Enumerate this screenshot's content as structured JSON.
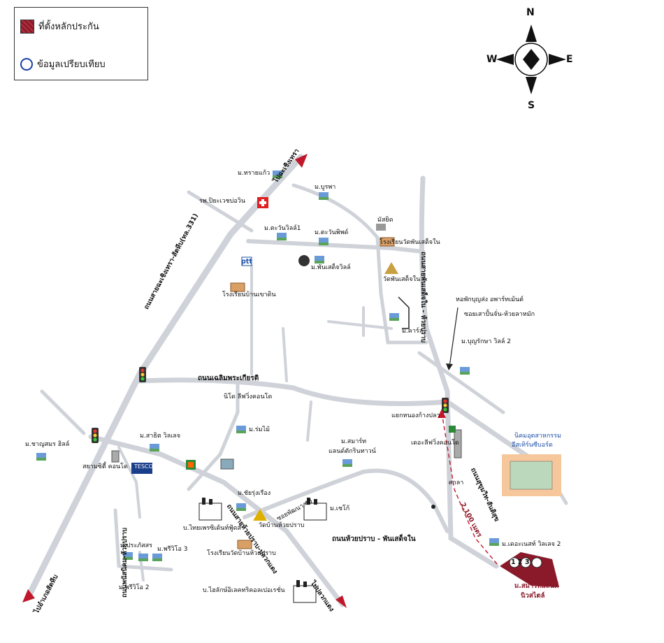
{
  "legend": {
    "collateral_label": "ที่ตั้งหลักประกัน",
    "comparison_label": "ข้อมูลเปรียบเทียบ"
  },
  "compass": {
    "n": "N",
    "s": "S",
    "e": "E",
    "w": "W"
  },
  "roads": {
    "suwinthawong": "ถนนสายฉะเชิงเทรา-สัตหีบ(ทล.331)",
    "to_chachoengsao": "ไปฉะเชิงเทรา",
    "to_ban_bueng": "ไปอำเภอสัตหีบ",
    "chaloem_phrakiat": "ถนนเฉลิมพระเกียรติ",
    "huai_prap": "ถนนห้วยปราบ - พันเสด็จใน",
    "panthong": "ถนนพนัสนิคม-ห้วยปราบ",
    "panthong_side": "ถนนสายห้วยปราบ-ปลวกแดง",
    "to_plaeng": "ไปปลวกแดง",
    "east_road": "ถนนสายพันเสด็จใน - ห้วยปราบ",
    "south_east_road": "ถนนสุขุมวิท-สันติสุข",
    "soi40": "ซอยพัฒนา 40",
    "distance": "2,100 เมตร",
    "junction": "แยกหนองก้างปลา",
    "sala": "ศาลา"
  },
  "places": {
    "m_sailkaew": "ม.ทรายแก้ว",
    "rp_piya": "รพ.ปิยะเวชบ่อวิน",
    "m_burapha": "ม.บูรพา",
    "masjid": "มัสยิด",
    "school_wat_phan": "โรงเรียนวัดพันเสด็จใน",
    "m_tawan1": "ม.ตะวันวิลล์1",
    "m_tawan_park": "ม.ตะวันพิพด์",
    "ptt": "ptt",
    "m_phansadet": "ม.พันเสด็จวิลล์",
    "wat_phansadet": "วัดพันเสด็จใน",
    "school_ban_khao": "โรงเรียนบ้านเขาดิน",
    "dorm": "หอพักบุญส่ง อพาร์ทเม้นต์",
    "soi_sao": "ซอยเสาปั้นจั่น-ห้วยลาหมัก",
    "m_kana": "ม.คาร์ล",
    "m_bunrak": "ม.บุญรักษา วิลล์ 2",
    "nido": "นิโด ลีฟวิ่งคอนโด",
    "m_charoen": "ม.ชาญสมร ฮิลล์",
    "m_sathit": "ม.สาธิต วิลเลจ",
    "siam_condo": "สยามซิตี้ คอนโด",
    "tesco": "TESCO Lotus",
    "m_rommai": "ม.ร่มไม้",
    "m_smart": "ม.สมาร์ท",
    "smart_land": "แลนด์ตักรินทาวน์",
    "the_living": "เดอะลีฟวิ่งคอนโด",
    "industrial_estate": "นิคมอุตสาหกรรม",
    "industrial_estate2": "อีสเทิร์นซีบอร์ด",
    "m_chai": "ม.ชัยรุ่งเรือง",
    "m_chakko": "ม.เชโก้",
    "wat_huai_prap": "วัดบ้านห้วยปราบ",
    "thai_prefix": "บ.ไทยเพรซิเด้นท์ฟู้ดส์",
    "m_prasat": "ม.ประภัสสร",
    "m_preecha3": "ม.พรีวิโอ 3",
    "school_huai_prap": "โรงเรียนวัดบ้านห้วยปราบ",
    "m_preecha2": "ม.พรีวิโอ 2",
    "factory": "บ.ไฮลักษ์อิเลคทริคอลเปอเรชั่น",
    "m_the_nest": "ม.เดอะเนสท์ วิลเลจ 2",
    "m_smartland": "ม.สมาร์ทแลนด์",
    "m_smartland2": "นิวสไตล์",
    "lot_numbers": "1 2 3"
  },
  "colors": {
    "road": "#cfd2d8",
    "road_edge": "#9aa0a8",
    "arrow": "#c0182a",
    "collateral": "#8a1a2a",
    "route": "#c0182a",
    "estate": "#f6c79b"
  }
}
